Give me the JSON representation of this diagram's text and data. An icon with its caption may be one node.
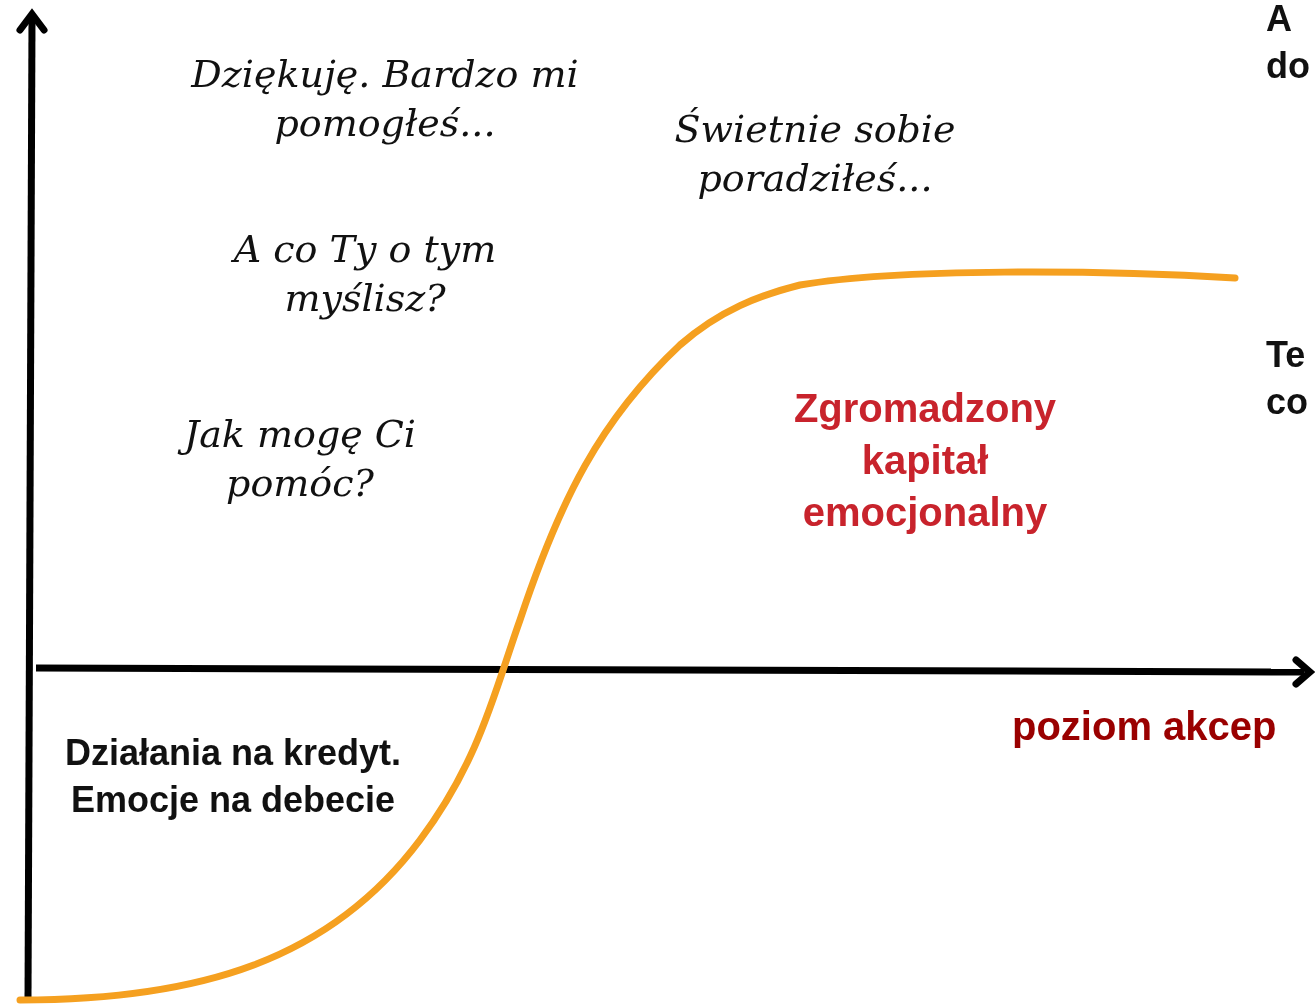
{
  "diagram": {
    "labels": [
      "A do",
      "Dziękuję. Bardzo mi pomogłeś...",
      "Świetnie sobie poradziłeś...",
      "A co Ty o tym myślisz?",
      "Te co",
      "Zgromadzony kapitał emocjonalny",
      "Jak mogę Ci pomóc?",
      "poziom akcep",
      "Działania na kredyt. Emocje na debecie"
    ]
  }
}
